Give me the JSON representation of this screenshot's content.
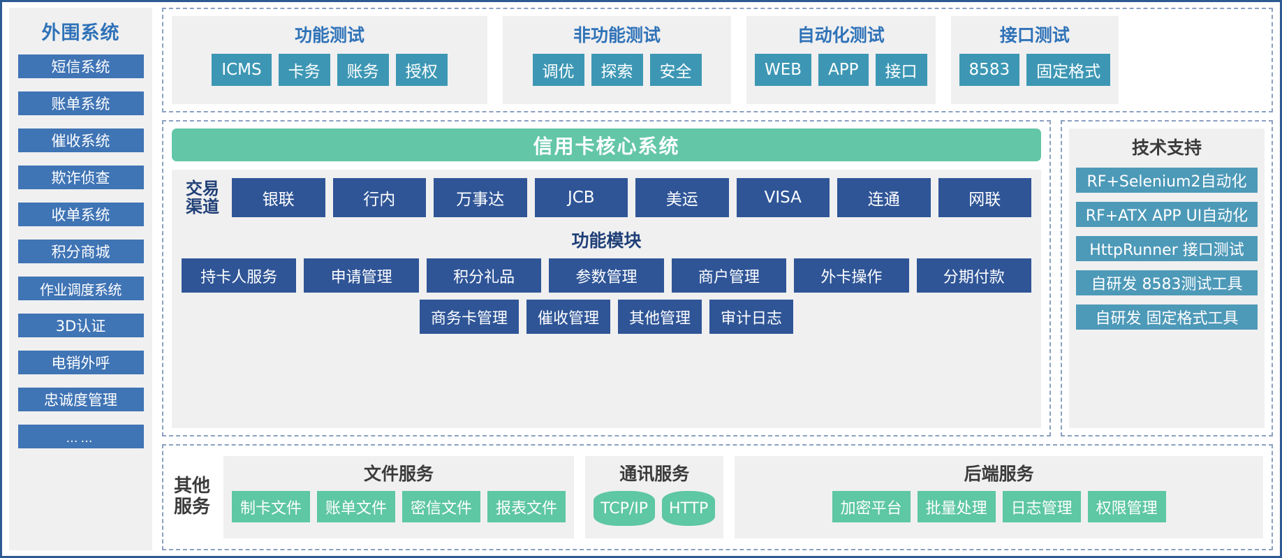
{
  "colors": {
    "frame_border": "#2e5a93",
    "sidebar_chip": "#3f74b5",
    "sidebar_title": "#2f72b8",
    "teal_chip": "#3d97b4",
    "navy_chip": "#2f5597",
    "green_core": "#63c6a7",
    "green_chip": "#5ec7a3",
    "tech_chip": "#4d99b8",
    "panel_bg": "#f0f0f0"
  },
  "sidebar": {
    "title": "外围系统",
    "items": [
      {
        "label": "短信系统"
      },
      {
        "label": "账单系统"
      },
      {
        "label": "催收系统"
      },
      {
        "label": "欺诈侦查"
      },
      {
        "label": "收单系统"
      },
      {
        "label": "积分商城"
      },
      {
        "label": "作业调度系统"
      },
      {
        "label": "3D认证"
      },
      {
        "label": "电销外呼"
      },
      {
        "label": "忠诚度管理"
      },
      {
        "label": "……"
      }
    ]
  },
  "tests": {
    "groups": [
      {
        "title": "功能测试",
        "items": [
          "ICMS",
          "卡务",
          "账务",
          "授权"
        ]
      },
      {
        "title": "非功能测试",
        "items": [
          "调优",
          "探索",
          "安全"
        ]
      },
      {
        "title": "自动化测试",
        "items": [
          "WEB",
          "APP",
          "接口"
        ]
      },
      {
        "title": "接口测试",
        "items": [
          "8583",
          "固定格式"
        ]
      }
    ]
  },
  "core": {
    "banner": "信用卡核心系统",
    "channel_label": "交易\n渠道",
    "channel_label_line1": "交易",
    "channel_label_line2": "渠道",
    "channels": [
      "银联",
      "行内",
      "万事达",
      "JCB",
      "美运",
      "VISA",
      "连通",
      "网联"
    ],
    "modules_title": "功能模块",
    "modules_row1": [
      "持卡人服务",
      "申请管理",
      "积分礼品",
      "参数管理",
      "商户管理",
      "外卡操作",
      "分期付款"
    ],
    "modules_row2": [
      "商务卡管理",
      "催收管理",
      "其他管理",
      "审计日志"
    ]
  },
  "tech_support": {
    "title": "技术支持",
    "items": [
      "RF+Selenium2自动化",
      "RF+ATX APP UI自动化",
      "HttpRunner 接口测试",
      "自研发 8583测试工具",
      "自研发 固定格式工具"
    ]
  },
  "other_services": {
    "label_line1": "其他",
    "label_line2": "服务",
    "groups": [
      {
        "title": "文件服务",
        "items": [
          "制卡文件",
          "账单文件",
          "密信文件",
          "报表文件"
        ]
      },
      {
        "title": "通讯服务",
        "items": [
          "TCP/IP",
          "HTTP"
        ]
      },
      {
        "title": "后端服务",
        "items": [
          "加密平台",
          "批量处理",
          "日志管理",
          "权限管理"
        ]
      }
    ]
  }
}
